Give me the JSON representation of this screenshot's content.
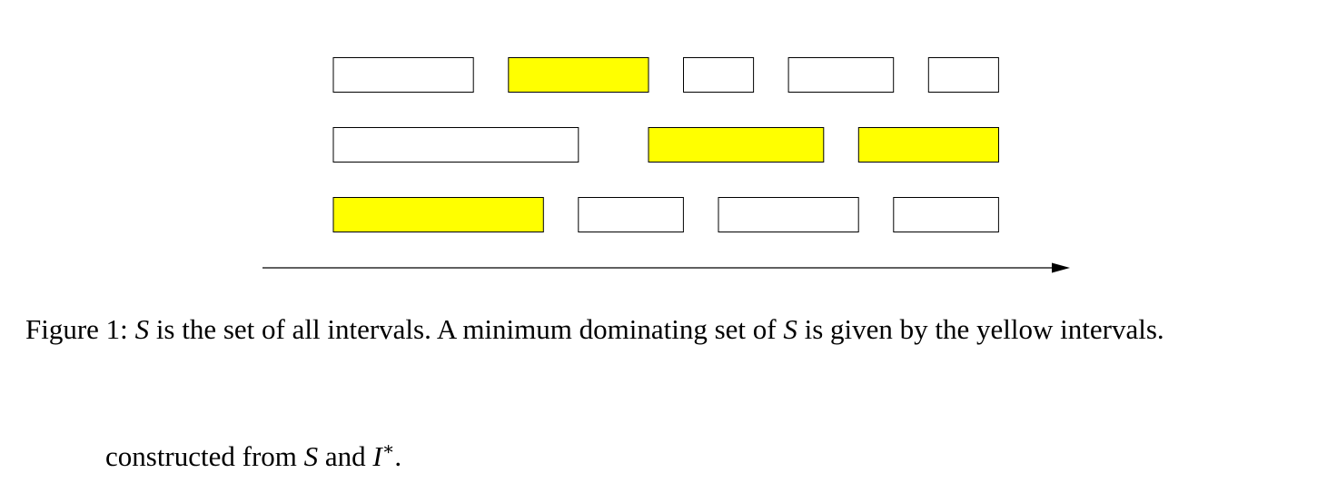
{
  "figure": {
    "rows": [
      {
        "intervals": [
          {
            "start": 0,
            "end": 4,
            "selected": false
          },
          {
            "start": 5,
            "end": 9,
            "selected": true
          },
          {
            "start": 10,
            "end": 12,
            "selected": false
          },
          {
            "start": 13,
            "end": 16,
            "selected": false
          },
          {
            "start": 17,
            "end": 19,
            "selected": false
          }
        ]
      },
      {
        "intervals": [
          {
            "start": 0,
            "end": 7,
            "selected": false
          },
          {
            "start": 9,
            "end": 14,
            "selected": true
          },
          {
            "start": 15,
            "end": 19,
            "selected": true
          }
        ]
      },
      {
        "intervals": [
          {
            "start": 0,
            "end": 6,
            "selected": true
          },
          {
            "start": 7,
            "end": 10,
            "selected": false
          },
          {
            "start": 11,
            "end": 15,
            "selected": false
          },
          {
            "start": 16,
            "end": 19,
            "selected": false
          }
        ]
      }
    ],
    "colors": {
      "selected_fill": "#ffff00",
      "unselected_fill": "#ffffff",
      "stroke": "#000000"
    }
  },
  "caption": {
    "prefix": "Figure 1: ",
    "s1": "S",
    "part1": " is the set of all intervals. A minimum dominating set of ",
    "s2": "S",
    "part2": " is given by the yellow intervals."
  },
  "body": {
    "text1": "constructed from ",
    "s": "S",
    "text2": " and ",
    "i": "I",
    "sup": "∗",
    "end": "."
  }
}
